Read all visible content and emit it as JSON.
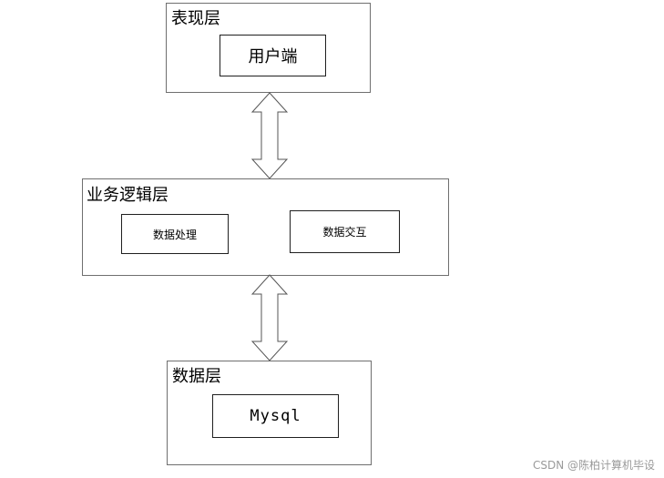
{
  "layers": {
    "presentation": {
      "title": "表现层",
      "box": "用户端"
    },
    "business": {
      "title": "业务逻辑层",
      "boxes": [
        "数据处理",
        "数据交互"
      ]
    },
    "data": {
      "title": "数据层",
      "box": "Mysql"
    }
  },
  "watermark": "CSDN @陈柏计算机毕设",
  "colors": {
    "border": "#6f6f6f",
    "arrow_fill": "#ffffff",
    "arrow_stroke": "#555555",
    "watermark": "#9a9a9a"
  }
}
